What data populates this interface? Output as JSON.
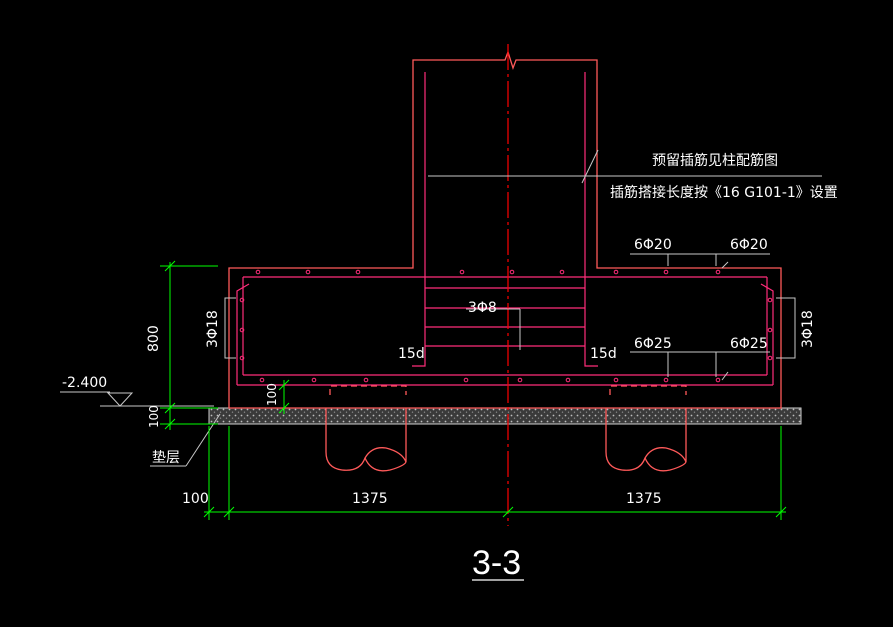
{
  "drawing": {
    "section_title": "3-3",
    "notes": {
      "line1": "预留插筋见柱配筋图",
      "line2": "插筋搭接长度按《16 G101-1》设置"
    },
    "rebar": {
      "top_left": "6Φ20",
      "top_right": "6Φ20",
      "bottom_left": "6Φ25",
      "bottom_right": "6Φ25",
      "side_left": "3Φ18",
      "side_right": "3Φ18",
      "stirrup": "3Φ8",
      "anchor_left": "15d",
      "anchor_right": "15d"
    },
    "dimensions": {
      "height_cap": "800",
      "height_pad": "100",
      "pad_offset": "100",
      "left_overhang": "100",
      "span_left": "1375",
      "span_right": "1375"
    },
    "elevation": "-2.400",
    "pad_label": "垫层"
  },
  "colors": {
    "background": "#000000",
    "outline": "#ff5a5a",
    "rebar": "#ff2d7a",
    "dimension": "#00ff00",
    "centerline": "#ff0000",
    "text": "#ffffff",
    "leader": "#c8c8c8",
    "pad_fill": "#9a9a9a"
  }
}
